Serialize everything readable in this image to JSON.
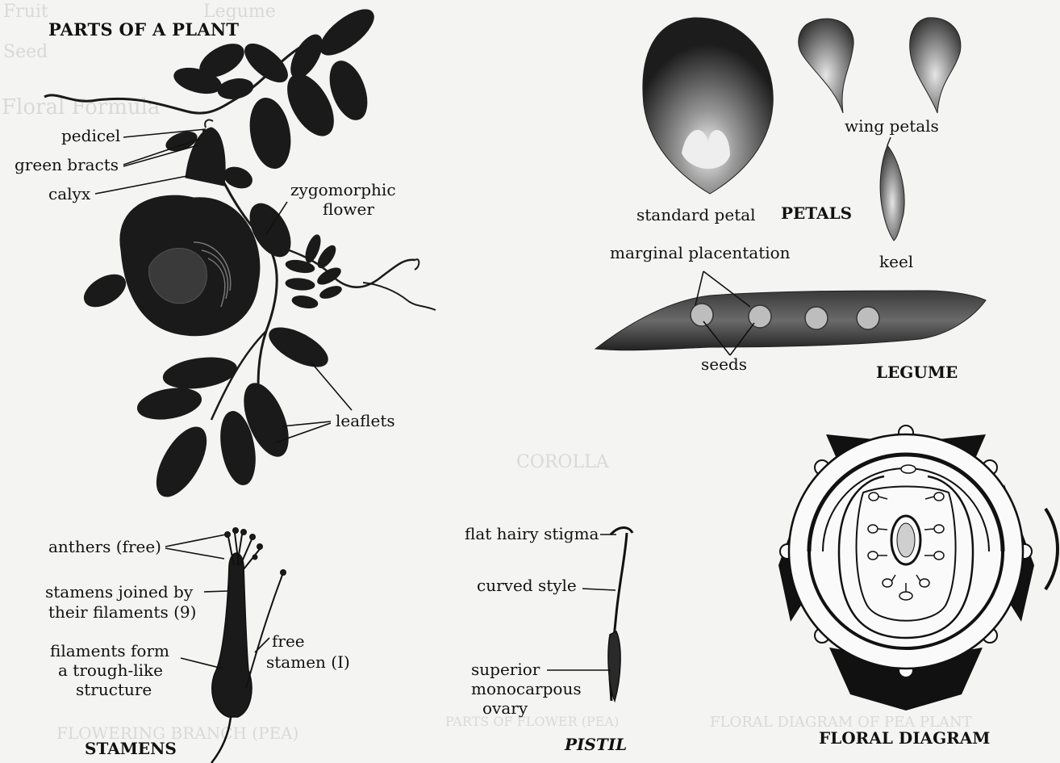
{
  "titles": {
    "plant": "PARTS OF A PLANT",
    "petals": "PETALS",
    "legume": "LEGUME",
    "stamens": "STAMENS",
    "pistil": "PISTIL",
    "floral_diagram": "FLORAL DIAGRAM"
  },
  "plant_labels": {
    "pedicel": "pedicel",
    "green_bracts": "green bracts",
    "calyx": "calyx",
    "zygomorphic_1": "zygomorphic",
    "zygomorphic_2": "flower",
    "leaflets": "leaflets"
  },
  "petal_labels": {
    "standard": "standard petal",
    "wing": "wing petals",
    "keel": "keel"
  },
  "legume_labels": {
    "placentation": "marginal placentation",
    "seeds": "seeds"
  },
  "stamen_labels": {
    "anthers": "anthers (free)",
    "joined_1": "stamens joined by",
    "joined_2": "their filaments (9)",
    "trough_1": "filaments form",
    "trough_2": "a trough-like",
    "trough_3": "structure",
    "free_1": "free",
    "free_2": "stamen (I)"
  },
  "pistil_labels": {
    "stigma": "flat hairy stigma",
    "style": "curved style",
    "ovary_1": "superior",
    "ovary_2": "monocarpous",
    "ovary_3": "ovary"
  },
  "background_text": {
    "fruit": "Fruit",
    "legume": "Legume",
    "seed": "Seed",
    "floral_formula": "Floral Formula",
    "corolla": "COROLLA",
    "flowering_branch": "FLOWERING BRANCH (PEA)",
    "parts_of_flower": "PARTS OF FLOWER (PEA)",
    "floral_diagram_pea": "FLORAL DIAGRAM OF PEA PLANT"
  },
  "colors": {
    "ink": "#111111",
    "paper": "#f4f4f2",
    "ghost": "#d9d9d6"
  }
}
